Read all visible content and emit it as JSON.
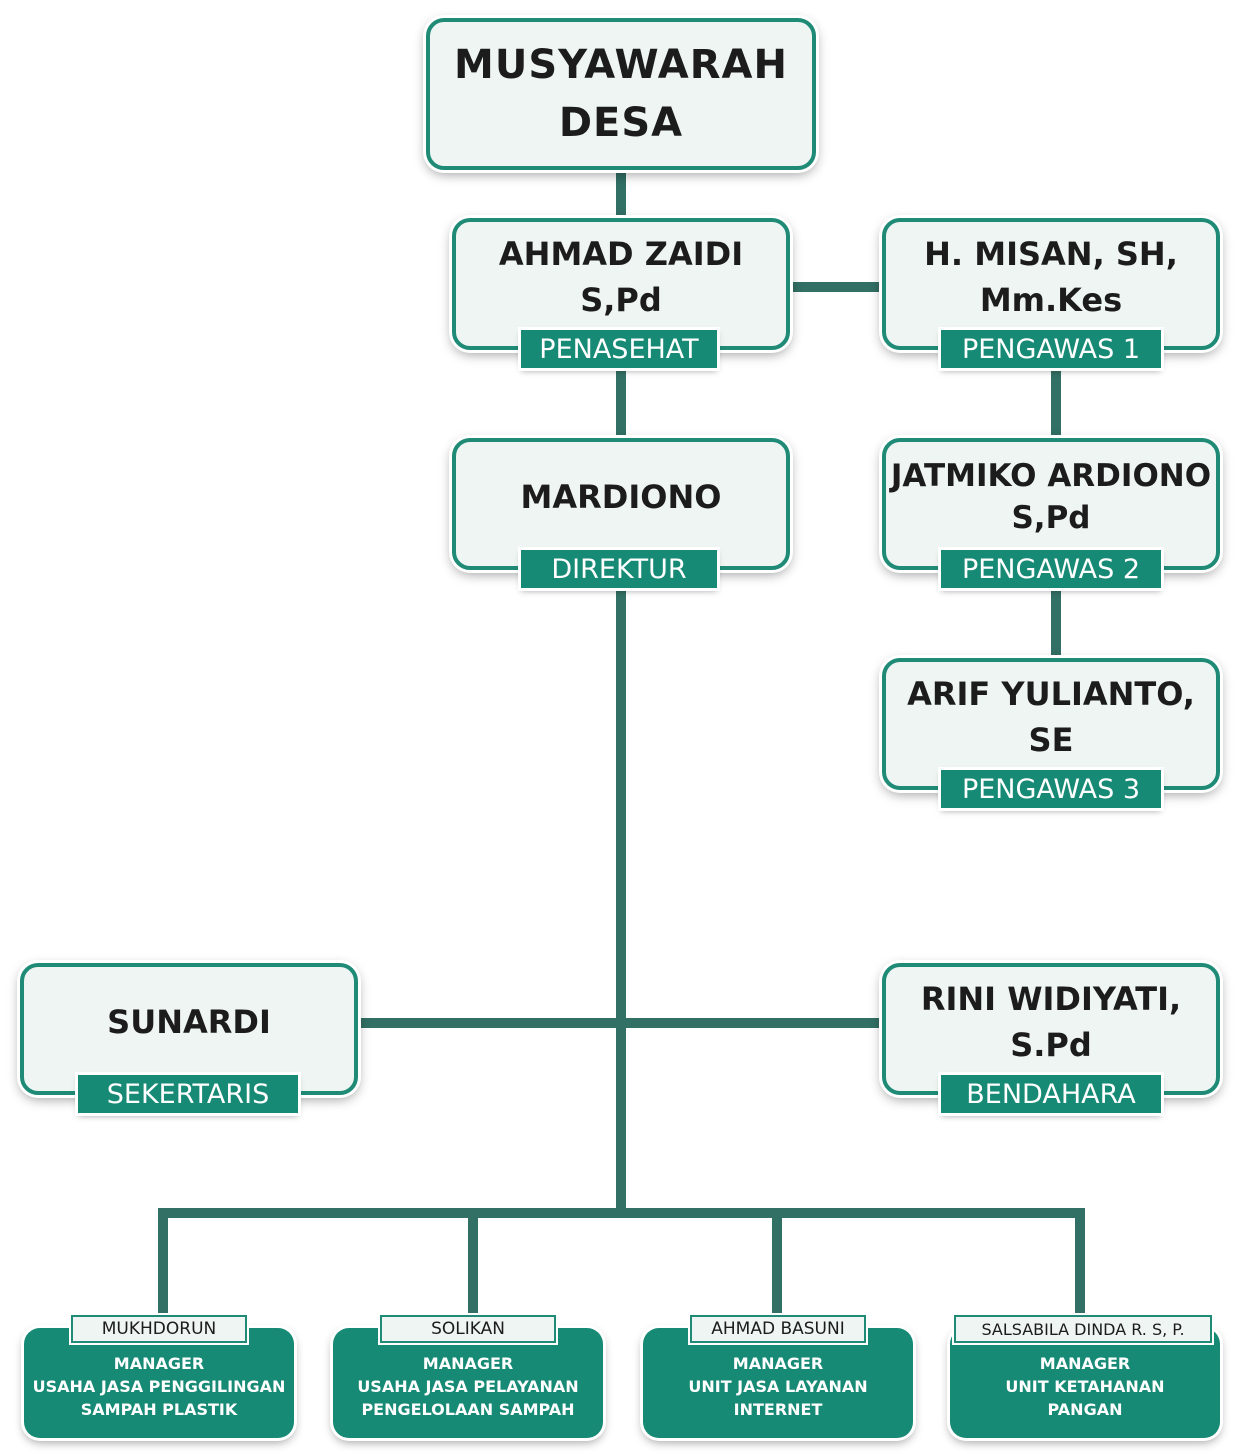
{
  "top": {
    "name": "MUSYAWARAH\nDESA"
  },
  "penasehat": {
    "name": "AHMAD ZAIDI\nS,Pd",
    "role": "PENASEHAT"
  },
  "pengawas1": {
    "name": "H. MISAN, SH,\nMm.Kes",
    "role": "PENGAWAS 1"
  },
  "direktur": {
    "name": "MARDIONO",
    "role": "DIREKTUR"
  },
  "pengawas2": {
    "name": "JATMIKO ARDIONO\nS,Pd",
    "role": "PENGAWAS 2"
  },
  "pengawas3": {
    "name": "ARIF YULIANTO,\nSE",
    "role": "PENGAWAS 3"
  },
  "sekretaris": {
    "name": "SUNARDI",
    "role": "SEKERTARIS"
  },
  "bendahara": {
    "name": "RINI WIDIYATI,\nS.Pd",
    "role": "BENDAHARA"
  },
  "managers": [
    {
      "name": "MUKHDORUN",
      "role": "MANAGER\nUSAHA JASA PENGGILINGAN\nSAMPAH PLASTIK"
    },
    {
      "name": "SOLIKAN",
      "role": "MANAGER\nUSAHA JASA PELAYANAN\nPENGELOLAAN SAMPAH"
    },
    {
      "name": "AHMAD BASUNI",
      "role": "MANAGER\nUNIT JASA LAYANAN\nINTERNET"
    },
    {
      "name": "SALSABILA DINDA R. S, P.",
      "role": "MANAGER\nUNIT KETAHANAN\nPANGAN"
    }
  ],
  "colors": {
    "accent": "#178a75",
    "connector": "#326f64",
    "box_fill": "#eef5f2"
  }
}
